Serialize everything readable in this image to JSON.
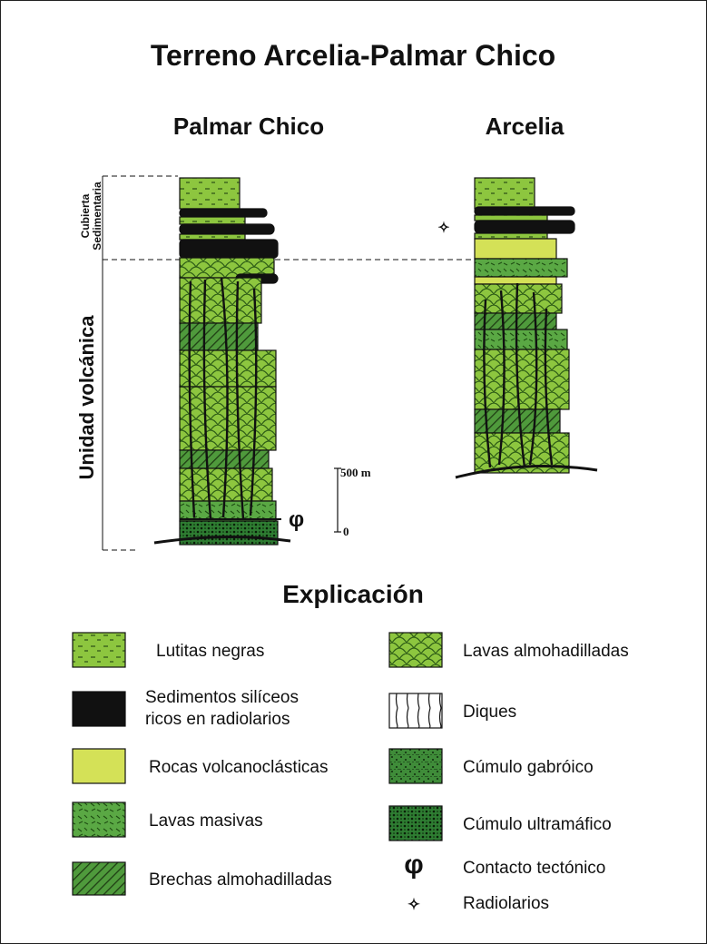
{
  "title": "Terreno Arcelia-Palmar Chico",
  "columns": [
    {
      "name": "Palmar Chico"
    },
    {
      "name": "Arcelia"
    }
  ],
  "units": {
    "upper": "Cubierta Sedimentaria",
    "upper_line1": "Cubierta",
    "upper_line2": "Sedimentaria",
    "lower": "Unidad volcánica"
  },
  "scale": {
    "top": "500 m",
    "bottom": "0"
  },
  "legend": {
    "heading": "Explicación",
    "items": [
      {
        "key": "lutitas",
        "label": "Lutitas negras"
      },
      {
        "key": "silice",
        "label_line1": "Sedimentos silíceos",
        "label_line2": "ricos en radiolarios"
      },
      {
        "key": "volcanoclasticas",
        "label": "Rocas volcanoclásticas"
      },
      {
        "key": "masivas",
        "label": "Lavas masivas"
      },
      {
        "key": "brechas",
        "label": "Brechas almohadilladas"
      },
      {
        "key": "almohadilladas",
        "label": "Lavas almohadilladas"
      },
      {
        "key": "diques",
        "label": "Diques"
      },
      {
        "key": "gabroico",
        "label": "Cúmulo gabróico"
      },
      {
        "key": "ultramafico",
        "label": "Cúmulo ultramáfico"
      },
      {
        "key": "contacto",
        "symbol": "φ",
        "label": "Contacto tectónico"
      },
      {
        "key": "radiolarios",
        "symbol": "✧",
        "label": "Radiolarios"
      }
    ]
  },
  "colors": {
    "light_green": "#8dc63f",
    "mid_green": "#5aa844",
    "dark_green": "#2e7d32",
    "black": "#111111",
    "yellow": "#d4e157"
  }
}
